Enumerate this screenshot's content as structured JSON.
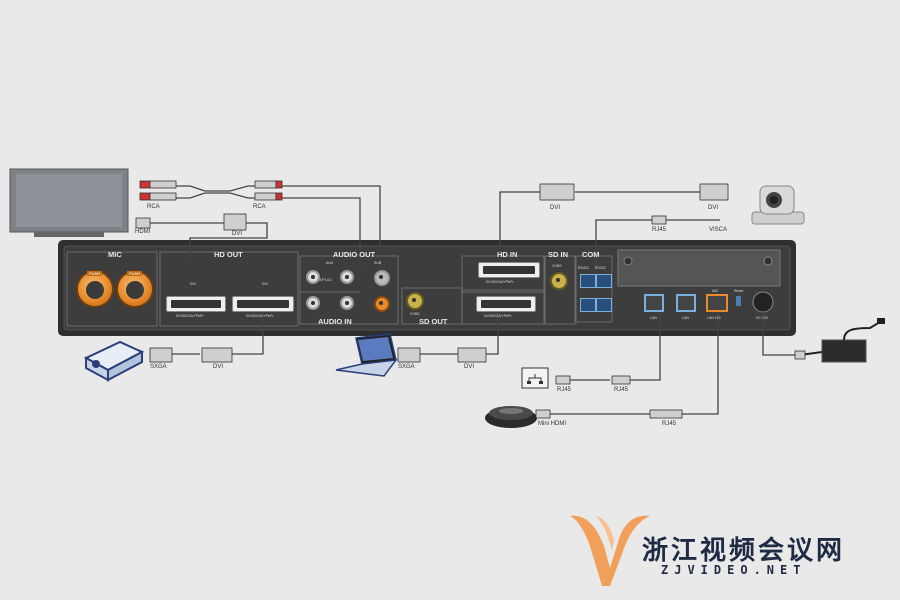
{
  "colors": {
    "background": "#e9e9e9",
    "panel": "#3a3a3a",
    "accent_orange": "#e88a2a",
    "port_blue": "#4a7fb5"
  },
  "panel_sections": {
    "mic": "MIC",
    "hd_out": "HD OUT",
    "audio_out": "AUDIO OUT",
    "audio_in": "AUDIO IN",
    "hd_in": "HD IN",
    "sd_in": "SD IN",
    "sd_out": "SD OUT",
    "com": "COM"
  },
  "panel_small_labels": {
    "push": "PUSH",
    "dvi_1": "DVI",
    "dvi_2": "DVI",
    "dvi_sub_1": "DVI/SXGA/YPbPr",
    "dvi_sub_2": "DVI/SXGA/YPbPr",
    "aux": "AUX",
    "lr_pair": "L/R/PLUG",
    "sub": "SUB",
    "hd_in_sub": "DVI/SXGA/YPbPr",
    "sd_out_sub": "DVI/SXGA/YPbPr",
    "cvbs_in": "CVBS",
    "cvbs_out": "CVBS",
    "rs422": "RS422",
    "rs232": "RS232",
    "lan_1": "LAN",
    "lan_2": "LAN",
    "mic_port": "MIC",
    "lan_100": "LAN 100",
    "reset": "Reset",
    "power": "DC 12V"
  },
  "cable_labels": {
    "rca_1": "RCA",
    "rca_2": "RCA",
    "hdmi": "HDMI",
    "dvi_tv": "DVI",
    "dvi_cam_1": "DVI",
    "dvi_cam_2": "DVI",
    "rj45_cam": "RJ45",
    "visca": "VISCA",
    "sxga_proj": "SXGA",
    "dvi_proj": "DVI",
    "sxga_laptop": "SXGA",
    "dvi_laptop": "DVI",
    "rj45_net_1": "RJ45",
    "rj45_net_2": "RJ45",
    "mini_hdmi": "Mini HDMI",
    "rj45_mic": "RJ45"
  },
  "watermark": {
    "cn": "浙江视频会议网",
    "en": "ZJVIDEO.NET"
  }
}
